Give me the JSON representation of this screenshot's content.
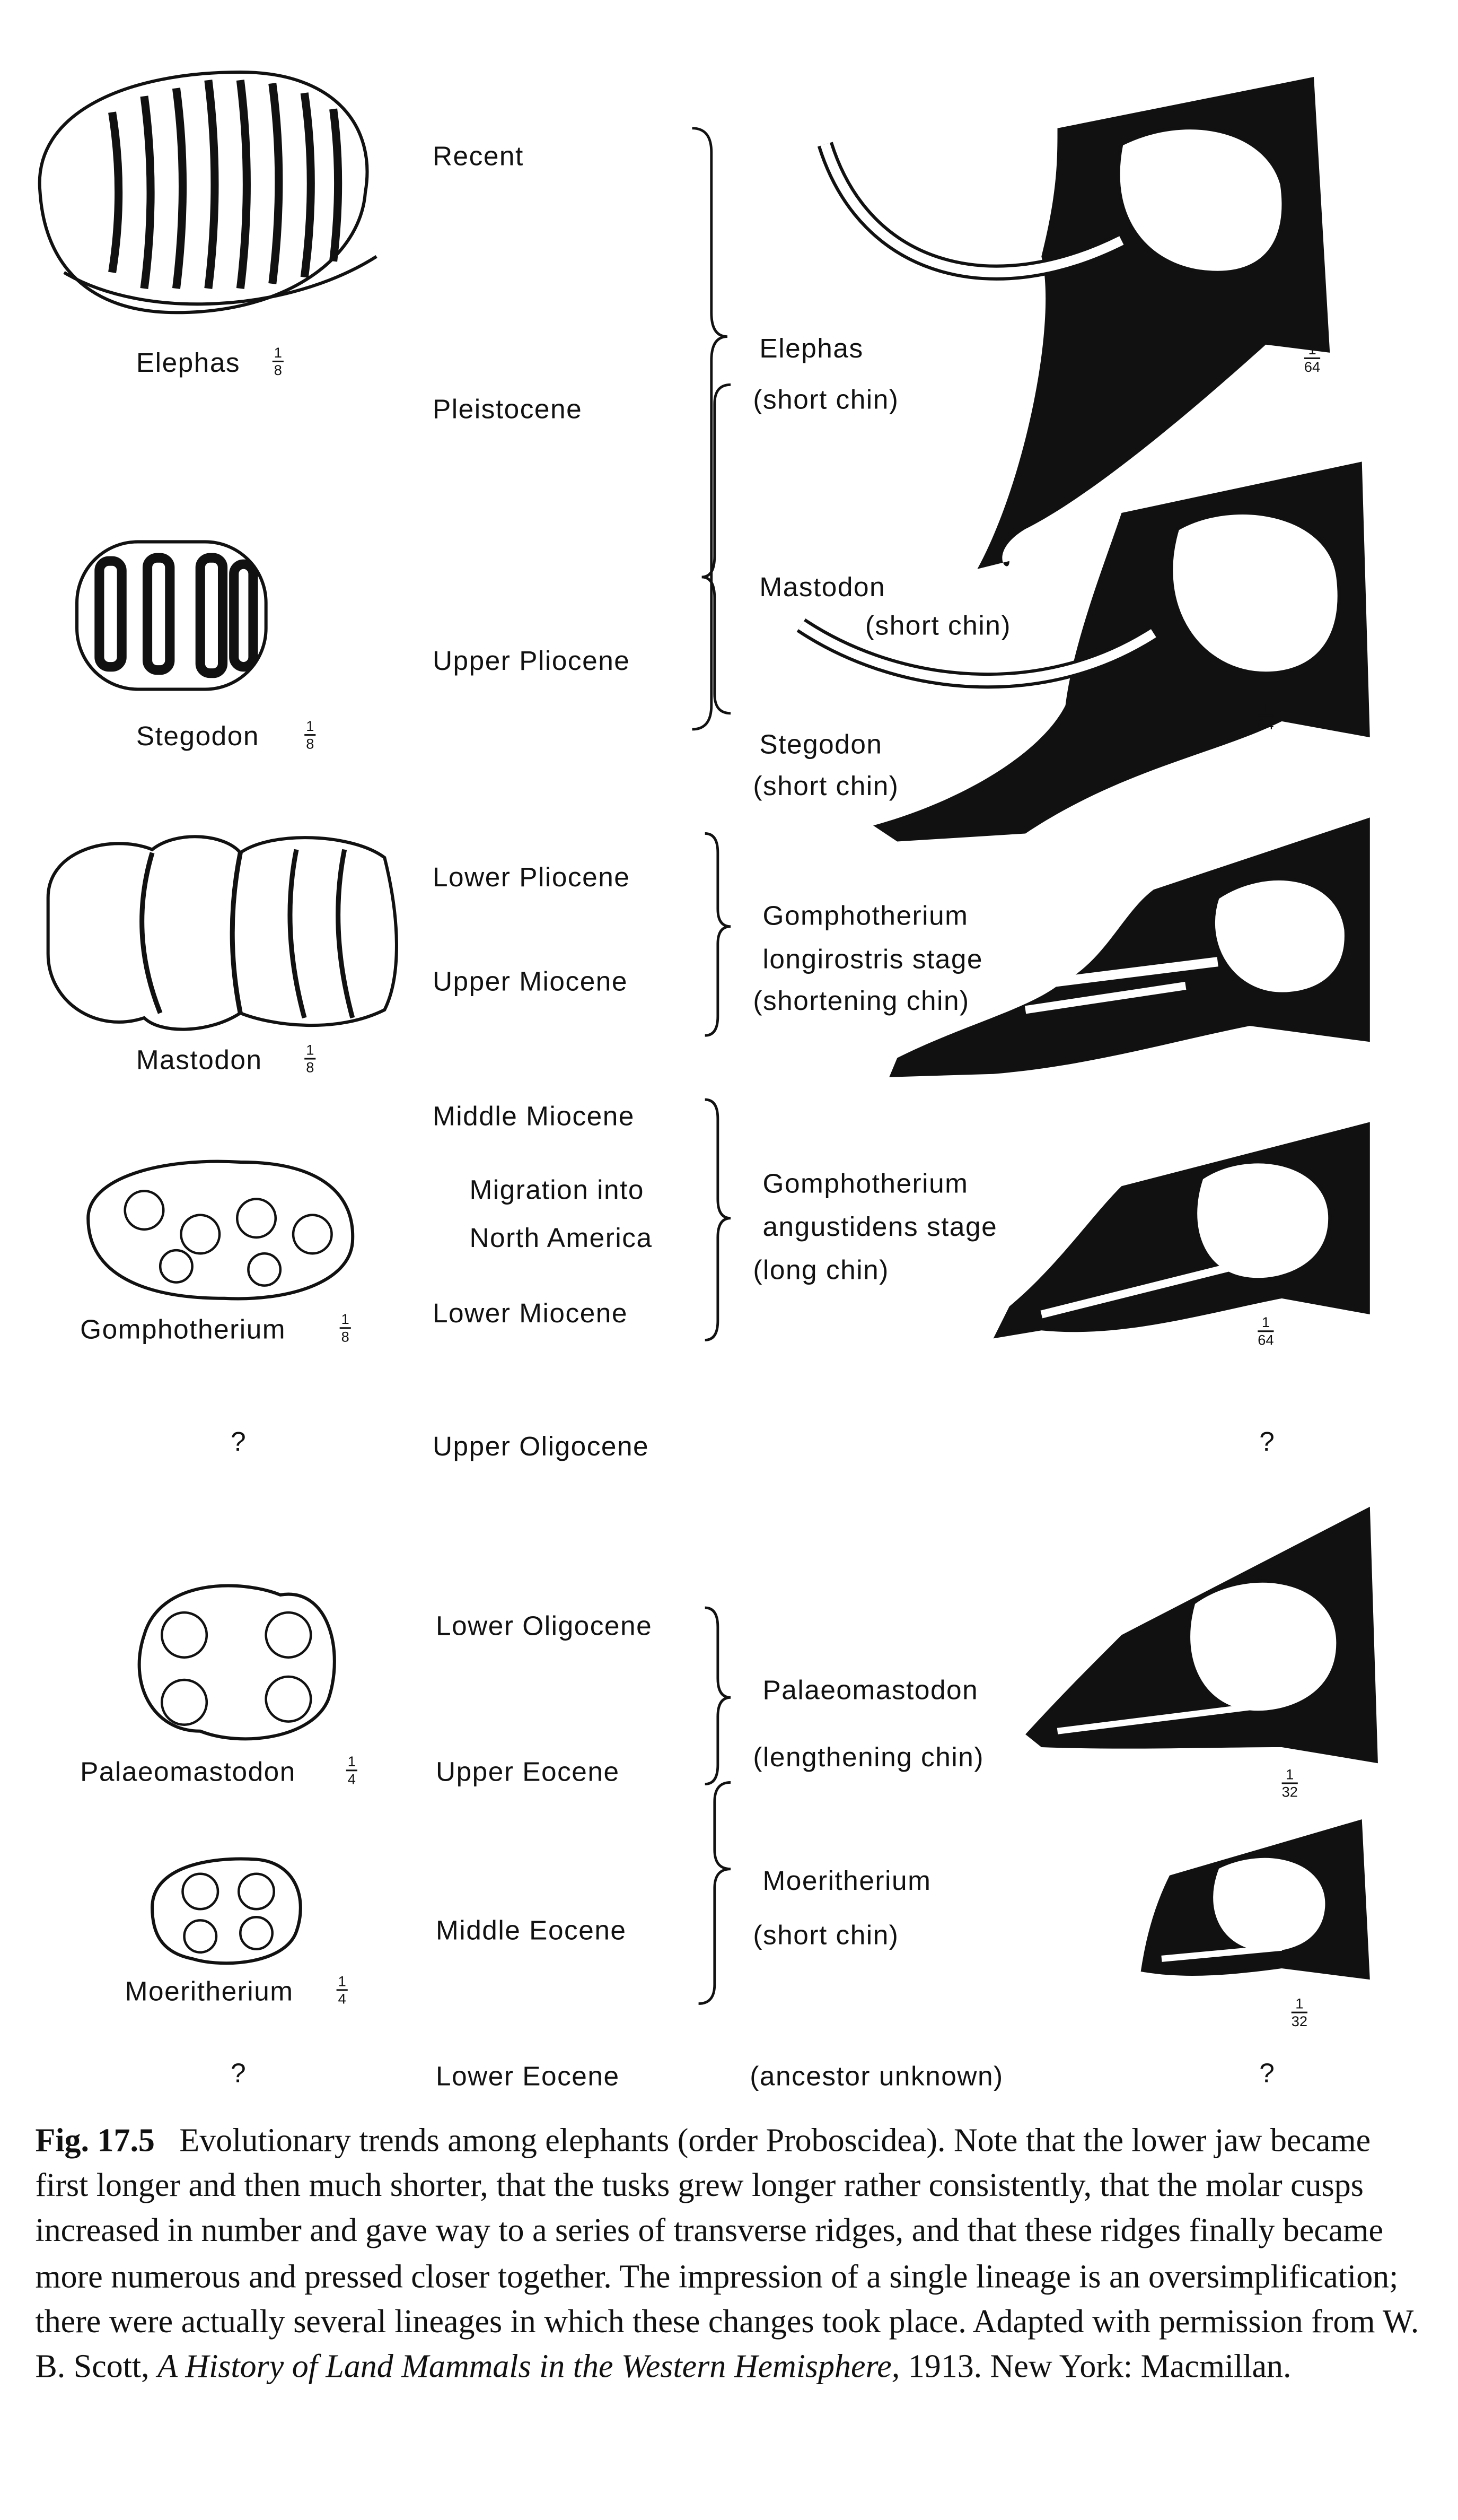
{
  "molars": [
    {
      "name": "Elephas",
      "scale": {
        "num": "1",
        "den": "8"
      }
    },
    {
      "name": "Stegodon",
      "scale": {
        "num": "1",
        "den": "8"
      }
    },
    {
      "name": "Mastodon",
      "scale": {
        "num": "1",
        "den": "8"
      }
    },
    {
      "name": "Gomphotherium",
      "scale": {
        "num": "1",
        "den": "8"
      }
    },
    {
      "name": "?"
    },
    {
      "name": "Palaeomastodon",
      "scale": {
        "num": "1",
        "den": "4"
      }
    },
    {
      "name": "Moeritherium",
      "scale": {
        "num": "1",
        "den": "4"
      }
    },
    {
      "name": "?"
    }
  ],
  "epochs": [
    "Recent",
    "Pleistocene",
    "Upper Pliocene",
    "Lower Pliocene",
    "Upper Miocene",
    "Middle Miocene",
    "Migration into",
    "North America",
    "Lower Miocene",
    "Upper Oligocene",
    "Lower Oligocene",
    "Upper Eocene",
    "Middle Eocene",
    "Lower Eocene"
  ],
  "lineages": [
    {
      "name": "Elephas",
      "chin": "(short chin)"
    },
    {
      "name": "Mastodon",
      "chin": "(short chin)"
    },
    {
      "name": "Stegodon",
      "chin": "(short chin)"
    },
    {
      "name": "Gomphotherium",
      "stage": "longirostris stage",
      "chin": "(shortening chin)"
    },
    {
      "name": "Gomphotherium",
      "stage": "angustidens stage",
      "chin": "(long chin)"
    },
    {
      "name": "Palaeomastodon",
      "chin": "(lengthening chin)"
    },
    {
      "name": "Moeritherium",
      "chin": "(short chin)"
    },
    {
      "chin": "(ancestor unknown)"
    }
  ],
  "skull_scales": [
    {
      "num": "1",
      "den": "64"
    },
    {
      "num": "1",
      "den": "64"
    },
    {
      "num": "1",
      "den": "64"
    },
    {
      "num": "1",
      "den": "32"
    },
    {
      "num": "1",
      "den": "32"
    }
  ],
  "skull_unknown": [
    "?",
    "?"
  ],
  "caption": {
    "label": "Fig. 17.5",
    "text": "Evolutionary trends among elephants (order Proboscidea). Note that the lower jaw became first longer and then much shorter, that the tusks grew longer rather consistently, that the molar cusps increased in number and gave way to a series of transverse ridges, and that these ridges finally became more numerous and pressed closer together. The impression of a single lineage is an oversimplification; there were actually several lineages in which these changes took place. Adapted with permission from W. B. Scott,",
    "book": "A History of Land Mammals in the Western Hemisphere,",
    "tail": "1913. New York: Macmillan."
  }
}
